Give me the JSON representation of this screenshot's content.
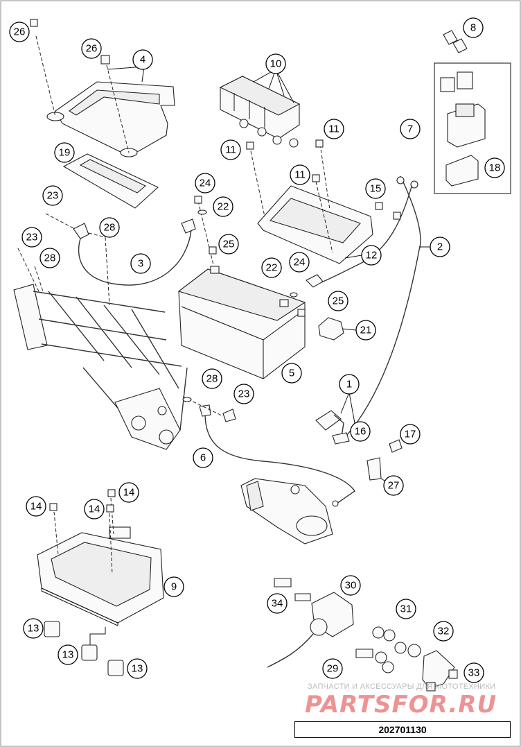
{
  "drawing_number": "202701130",
  "watermark": {
    "tagline": "ЗАПЧАСТИ И АКСЕССУАРЫ ДЛЯ МОТОТЕХНИКИ",
    "logo": "PARTSFOR.RU"
  },
  "callouts": [
    {
      "id": "c1",
      "label": "1"
    },
    {
      "id": "c2",
      "label": "2"
    },
    {
      "id": "c3",
      "label": "3"
    },
    {
      "id": "c4",
      "label": "4"
    },
    {
      "id": "c5",
      "label": "5"
    },
    {
      "id": "c6",
      "label": "6"
    },
    {
      "id": "c7",
      "label": "7"
    },
    {
      "id": "c8",
      "label": "8"
    },
    {
      "id": "c9",
      "label": "9"
    },
    {
      "id": "c10",
      "label": "10"
    },
    {
      "id": "c11a",
      "label": "11"
    },
    {
      "id": "c11b",
      "label": "11"
    },
    {
      "id": "c11c",
      "label": "11"
    },
    {
      "id": "c12",
      "label": "12"
    },
    {
      "id": "c13a",
      "label": "13"
    },
    {
      "id": "c13b",
      "label": "13"
    },
    {
      "id": "c13c",
      "label": "13"
    },
    {
      "id": "c14a",
      "label": "14"
    },
    {
      "id": "c14b",
      "label": "14"
    },
    {
      "id": "c14c",
      "label": "14"
    },
    {
      "id": "c15",
      "label": "15"
    },
    {
      "id": "c16",
      "label": "16"
    },
    {
      "id": "c17",
      "label": "17"
    },
    {
      "id": "c18",
      "label": "18"
    },
    {
      "id": "c19",
      "label": "19"
    },
    {
      "id": "c21",
      "label": "21"
    },
    {
      "id": "c22a",
      "label": "22"
    },
    {
      "id": "c22b",
      "label": "22"
    },
    {
      "id": "c23a",
      "label": "23"
    },
    {
      "id": "c23b",
      "label": "23"
    },
    {
      "id": "c23c",
      "label": "23"
    },
    {
      "id": "c24a",
      "label": "24"
    },
    {
      "id": "c24b",
      "label": "24"
    },
    {
      "id": "c25a",
      "label": "25"
    },
    {
      "id": "c25b",
      "label": "25"
    },
    {
      "id": "c26a",
      "label": "26"
    },
    {
      "id": "c26b",
      "label": "26"
    },
    {
      "id": "c27",
      "label": "27"
    },
    {
      "id": "c28a",
      "label": "28"
    },
    {
      "id": "c28b",
      "label": "28"
    },
    {
      "id": "c28c",
      "label": "28"
    },
    {
      "id": "c29",
      "label": "29"
    },
    {
      "id": "c30",
      "label": "30"
    },
    {
      "id": "c31",
      "label": "31"
    },
    {
      "id": "c32",
      "label": "32"
    },
    {
      "id": "c33",
      "label": "33"
    },
    {
      "id": "c34",
      "label": "34"
    }
  ]
}
